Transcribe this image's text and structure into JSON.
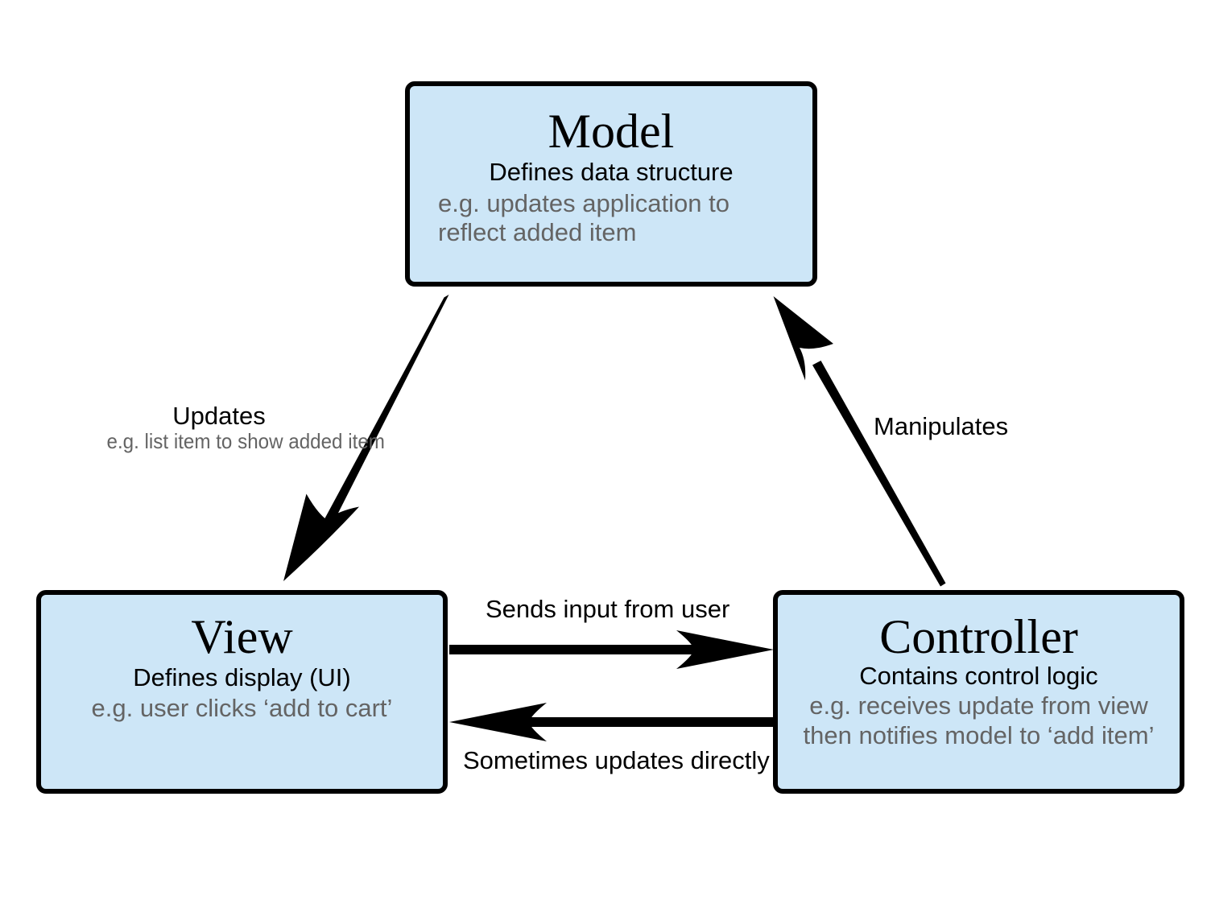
{
  "diagram": {
    "title": "MVC (Model-View-Controller) architecture diagram",
    "background_color": "#ffffff",
    "node_fill_color": "#cde6f7",
    "node_border_color": "#000000",
    "primary_text_color": "#000000",
    "muted_text_color": "#646464"
  },
  "nodes": {
    "model": {
      "title": "Model",
      "subtitle": "Defines data structure",
      "example_line1": "e.g. updates application to reflect",
      "example_line2": "added item"
    },
    "view": {
      "title": "View",
      "subtitle": "Defines display (UI)",
      "example_line1": "e.g. user clicks ‘add to cart’"
    },
    "controller": {
      "title": "Controller",
      "subtitle": "Contains control logic",
      "example_line1": "e.g. receives update from view",
      "example_line2": "then notifies model to ‘add item’"
    }
  },
  "edges": {
    "model_to_view": {
      "label": "Updates",
      "example": "e.g. list item to show added item",
      "from": "model",
      "to": "view"
    },
    "controller_to_model": {
      "label": "Manipulates",
      "example": "",
      "from": "controller",
      "to": "model"
    },
    "view_to_controller": {
      "label": "Sends input from user",
      "example": "",
      "from": "view",
      "to": "controller"
    },
    "controller_to_view": {
      "label": "Sometimes updates directly",
      "example": "",
      "from": "controller",
      "to": "view"
    }
  }
}
